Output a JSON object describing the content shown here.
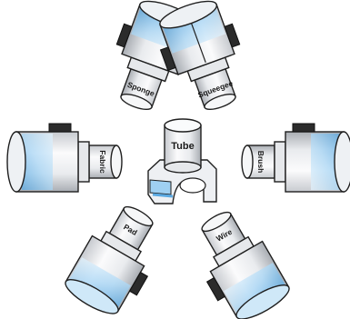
{
  "center": {
    "label": "Tube"
  },
  "attachments": [
    {
      "id": "sponge",
      "label": "Sponge"
    },
    {
      "id": "squeegee",
      "label": "Squeegee"
    },
    {
      "id": "brush",
      "label": "Brush"
    },
    {
      "id": "wire",
      "label": "Wire"
    },
    {
      "id": "pad",
      "label": "Pad"
    },
    {
      "id": "fabric",
      "label": "Fabric"
    }
  ],
  "colors": {
    "outline": "#1f1f1f",
    "body": "#f4f5f7",
    "shade": "#c9ccd1",
    "glass": "#bfe0f6",
    "glass_dark": "#6fb7ea",
    "cap": "#2b2b2b"
  }
}
